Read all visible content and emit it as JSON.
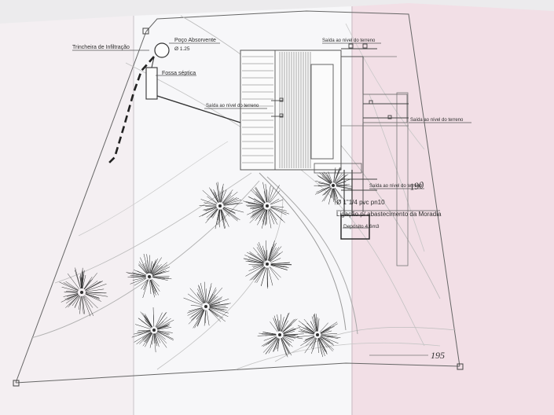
{
  "labels": {
    "trench": "Trincheira de Infiltração",
    "absorbing_well": "Poço Absorvente",
    "absorbing_well_diam": "Ø 1.25",
    "septic_tank": "Fossa séptica",
    "exit_top": "Saída ao nível do terreno",
    "exit_mid_left": "Saída ao nível do terreno",
    "exit_right": "Saída ao nível do terreno",
    "exit_lower": "Saída ao nível do terreno",
    "pipe_spec": "Ø 1\"1/4 pvc pn10",
    "supply_connection": "Ligação p/ abastecimento da Moradia",
    "tank": "Depósito 4.6m3"
  },
  "contours": {
    "c190": "190",
    "c195": "195"
  },
  "colors": {
    "paper": "#f3f1f2",
    "pink_panel": "#f2dfe6",
    "ink": "#3a3a3a",
    "faint": "#8a8a8a",
    "tree": "#2d2d2d"
  }
}
